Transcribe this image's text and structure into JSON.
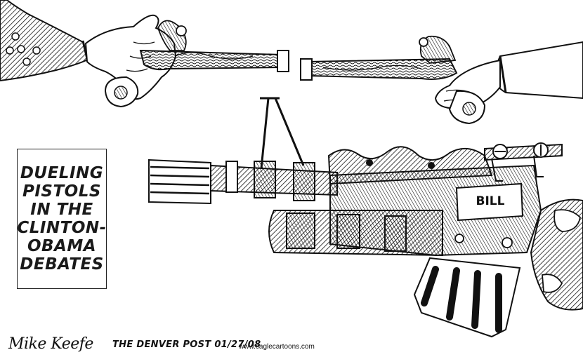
{
  "caption": {
    "lines": [
      "DUELING",
      "PISTOLS",
      "IN THE",
      "CLINTON-",
      "OBAMA",
      "DEBATES"
    ]
  },
  "gun_label": "BILL",
  "signature": "Mike Keefe",
  "byline": "THE DENVER POST 01/27/08",
  "website": "www.caglecartoons.com",
  "colors": {
    "ink": "#111111",
    "paper": "#ffffff"
  }
}
